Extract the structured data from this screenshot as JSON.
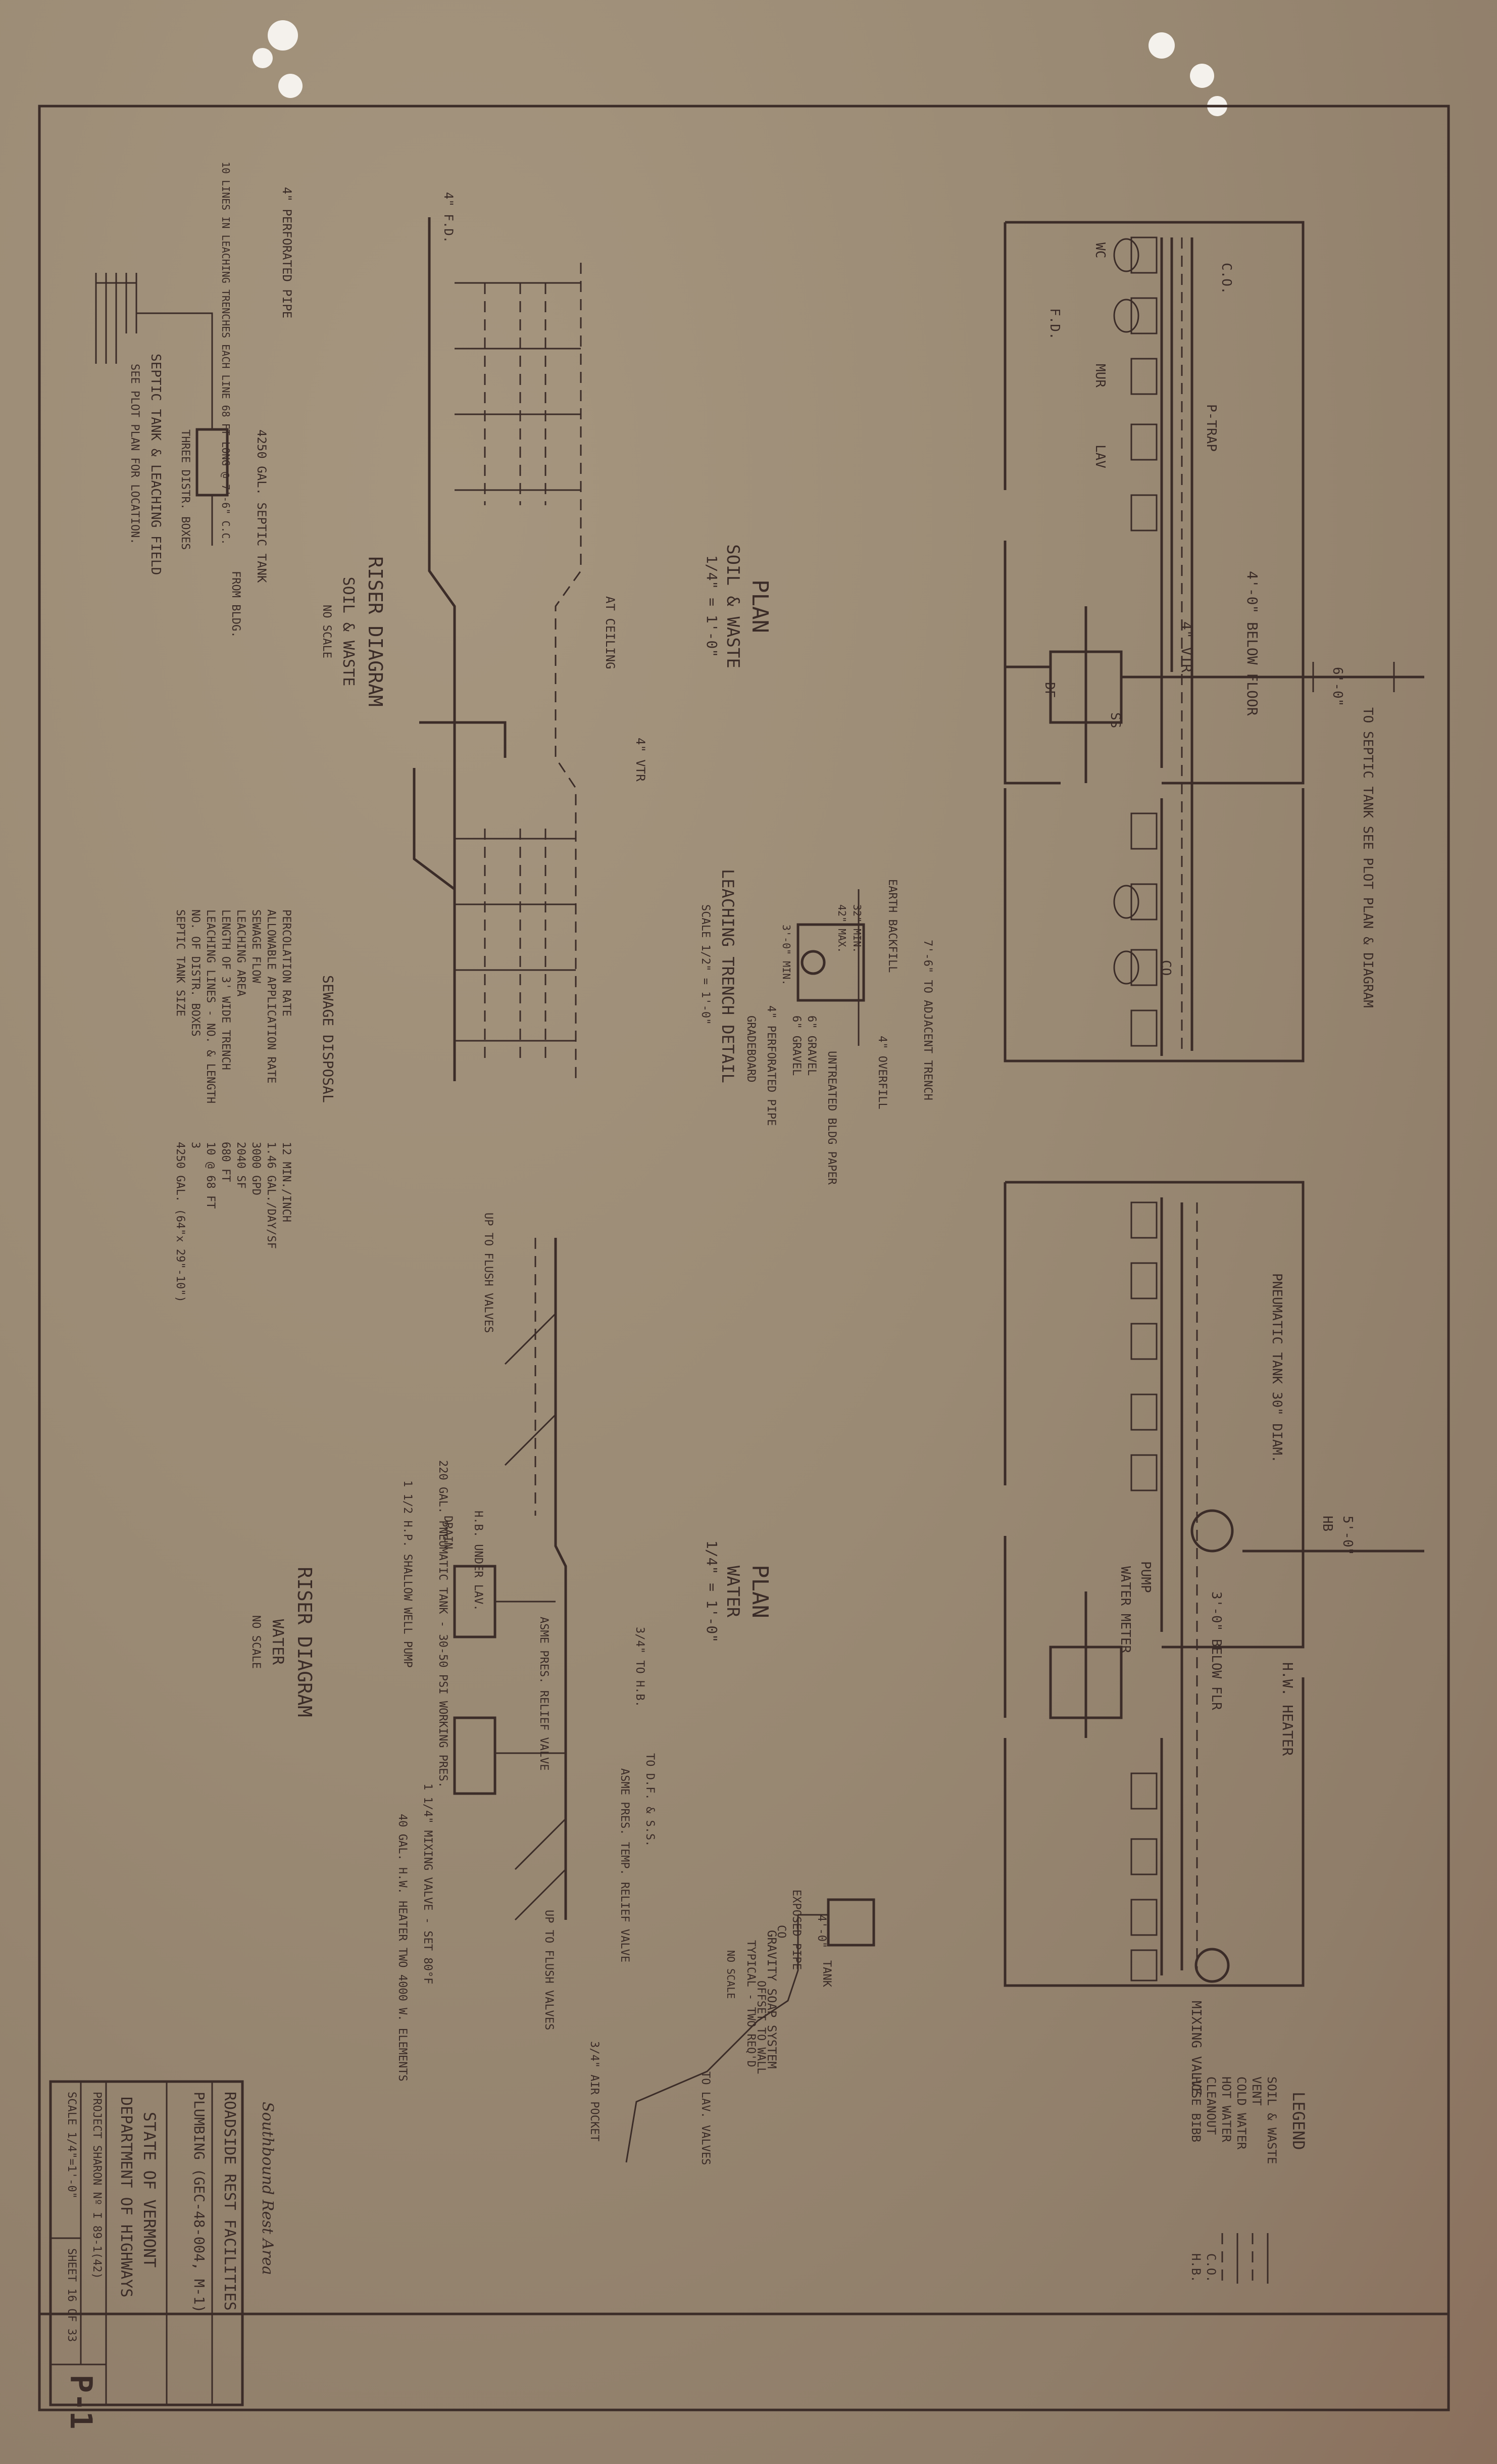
{
  "upper_plan": {
    "title": "PLAN",
    "subtitle": "SOIL & WASTE",
    "scale": "1/4\" = 1'-0\"",
    "labels": {
      "co_top": "C.O.",
      "fd": "F.D.",
      "wc": "WC",
      "mur": "MUR",
      "lav": "LAV",
      "ptrap": "P-TRAP",
      "below_floor": "4'-0\" BELOW FLOOR",
      "vtr": "4\" VTR",
      "df": "DF",
      "ss": "SS",
      "co": "CO",
      "dim": "6'-0\""
    },
    "to_septic": "TO SEPTIC TANK SEE PLOT PLAN & DIAGRAM"
  },
  "lower_plan": {
    "title": "PLAN",
    "subtitle": "WATER",
    "scale": "1/4\" = 1'-0\"",
    "labels": {
      "pneumatic_tank": "PNEUMATIC TANK 30\" DIAM.",
      "pump": "PUMP",
      "water_meter": "WATER METER",
      "hb": "HB",
      "below_flr": "3'-0\" BELOW FLR",
      "hw_heater": "H.W. HEATER",
      "mixing_valve": "MIXING VALVE",
      "dim": "5'-0\""
    }
  },
  "legend": {
    "title": "LEGEND",
    "items": [
      {
        "name": "SOIL & WASTE",
        "symbol": ""
      },
      {
        "name": "VENT",
        "symbol": ""
      },
      {
        "name": "COLD WATER",
        "symbol": ""
      },
      {
        "name": "HOT WATER",
        "symbol": ""
      },
      {
        "name": "CLEANOUT",
        "symbol": "C.O."
      },
      {
        "name": "HOSE BIBB",
        "symbol": "H.B."
      }
    ]
  },
  "soil_riser": {
    "title": "RISER DIAGRAM",
    "subtitle": "SOIL & WASTE",
    "note": "NO SCALE",
    "at_ceiling": "AT CEILING",
    "vtr": "4\" VTR",
    "fd": "4\" F.D."
  },
  "septic_detail": {
    "perforated_pipe": "4\" PERFORATED PIPE",
    "lines_note": "10 LINES IN LEACHING TRENCHES EACH LINE 68 FT LONG @ 7'-6\" C.C.",
    "tank": "4250 GAL. SEPTIC TANK",
    "from_bldg": "FROM BLDG.",
    "boxes": "THREE DISTR. BOXES",
    "title": "SEPTIC TANK & LEACHING FIELD",
    "subtitle": "SEE PLOT PLAN FOR LOCATION."
  },
  "trench_detail": {
    "title": "LEACHING TRENCH DETAIL",
    "scale": "SCALE 1/2\" = 1'-0\"",
    "labels": [
      "EARTH BACKFILL",
      "7'-6\" TO ADJACENT TRENCH",
      "4\" OVERFILL",
      "UNTREATED BLDG PAPER",
      "6\" GRAVEL",
      "6\" GRAVEL",
      "4\" PERFORATED PIPE",
      "GRADEBOARD",
      "3'-0\" MIN.",
      "32\" MIN.",
      "42\" MAX."
    ]
  },
  "sewage_disposal": {
    "title": "SEWAGE DISPOSAL",
    "rows": [
      {
        "label": "PERCOLATION RATE",
        "value": "12 MIN./INCH"
      },
      {
        "label": "ALLOWABLE APPLICATION RATE",
        "value": "1.46 GAL./DAY/SF"
      },
      {
        "label": "SEWAGE FLOW",
        "value": "3000 GPD"
      },
      {
        "label": "LEACHING AREA",
        "value": "2040 SF"
      },
      {
        "label": "LENGTH OF 3' WIDE TRENCH",
        "value": "680 FT"
      },
      {
        "label": "LEACHING LINES - NO. & LENGTH",
        "value": "10 @ 68 FT"
      },
      {
        "label": "NO. OF DISTR. BOXES",
        "value": "3"
      },
      {
        "label": "SEPTIC TANK SIZE",
        "value": "4250 GAL. (64\"x 29\"-10\")"
      }
    ]
  },
  "water_riser": {
    "title": "RISER DIAGRAM",
    "subtitle": "WATER",
    "note": "NO SCALE",
    "labels": [
      "UP TO FLUSH VALVES",
      "220 GAL. PNEUMATIC TANK - 30-50 PSI WORKING PRES.",
      "1 1/2 H.P. SHALLOW WELL PUMP",
      "ASME PRES. RELIEF VALVE",
      "3/4\" TO H.B.",
      "TO D.F. & S.S.",
      "ASME PRES. TEMP. RELIEF VALVE",
      "1 1/4\" MIXING VALVE - SET 80°F",
      "40 GAL. H.W. HEATER TWO 4000 W. ELEMENTS",
      "UP TO FLUSH VALVES",
      "3/4\" AIR POCKET",
      "H.B. UNDER LAV.",
      "DRAIN"
    ]
  },
  "soap_system": {
    "title": "GRAVITY SOAP SYSTEM",
    "subtitle": "TYPICAL - TWO REQ'D",
    "note": "NO SCALE",
    "tank": "TANK",
    "offset": "OFFSET TO WALL",
    "exposed": "EXPOSED PIPE",
    "to_lav": "TO LAV. VALVES",
    "dim": "4'-0\"",
    "co": "CO"
  },
  "title_block": {
    "handwritten": "Southbound Rest Area",
    "project_name": "ROADSIDE REST FACILITIES",
    "sheet_subject": "PLUMBING (GEC-48-004, M-1)",
    "state": "STATE OF VERMONT",
    "department": "DEPARTMENT OF HIGHWAYS",
    "project_no": "PROJECT SHARON Nº I 89-1(42)",
    "scale": "SCALE 1/4\"=1'-0\"",
    "sheet": "SHEET 16 OF 33",
    "sheet_code": "P-1"
  }
}
